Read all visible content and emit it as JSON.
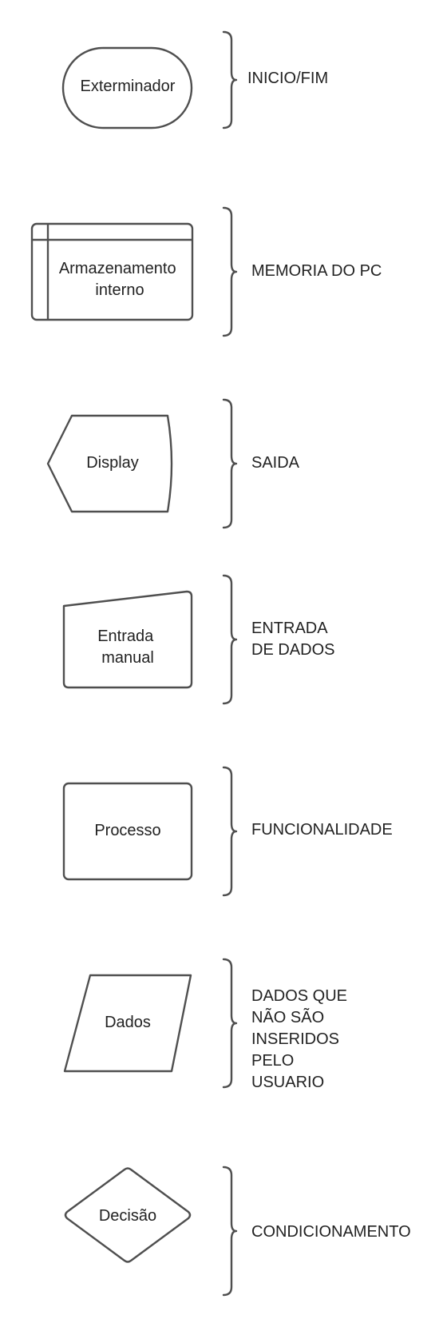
{
  "colors": {
    "stroke": "#4f4f4f",
    "text": "#222222",
    "background": "#ffffff"
  },
  "items": [
    {
      "shape": "terminator",
      "label_lines": [
        "Exterminador"
      ],
      "description_lines": [
        "INICIO/FIM"
      ]
    },
    {
      "shape": "internal-storage",
      "label_lines": [
        "Armazenamento",
        "interno"
      ],
      "description_lines": [
        "MEMORIA DO PC"
      ]
    },
    {
      "shape": "display",
      "label_lines": [
        "Display"
      ],
      "description_lines": [
        "SAIDA"
      ]
    },
    {
      "shape": "manual-input",
      "label_lines": [
        "Entrada",
        "manual"
      ],
      "description_lines": [
        "ENTRADA",
        "DE DADOS"
      ]
    },
    {
      "shape": "process",
      "label_lines": [
        "Processo"
      ],
      "description_lines": [
        "FUNCIONALIDADE"
      ]
    },
    {
      "shape": "data",
      "label_lines": [
        "Dados"
      ],
      "description_lines": [
        "DADOS QUE",
        "NÃO SÃO",
        "INSERIDOS",
        "PELO",
        "USUARIO"
      ]
    },
    {
      "shape": "decision",
      "label_lines": [
        "Decisão"
      ],
      "description_lines": [
        "CONDICIONAMENTO"
      ]
    }
  ]
}
